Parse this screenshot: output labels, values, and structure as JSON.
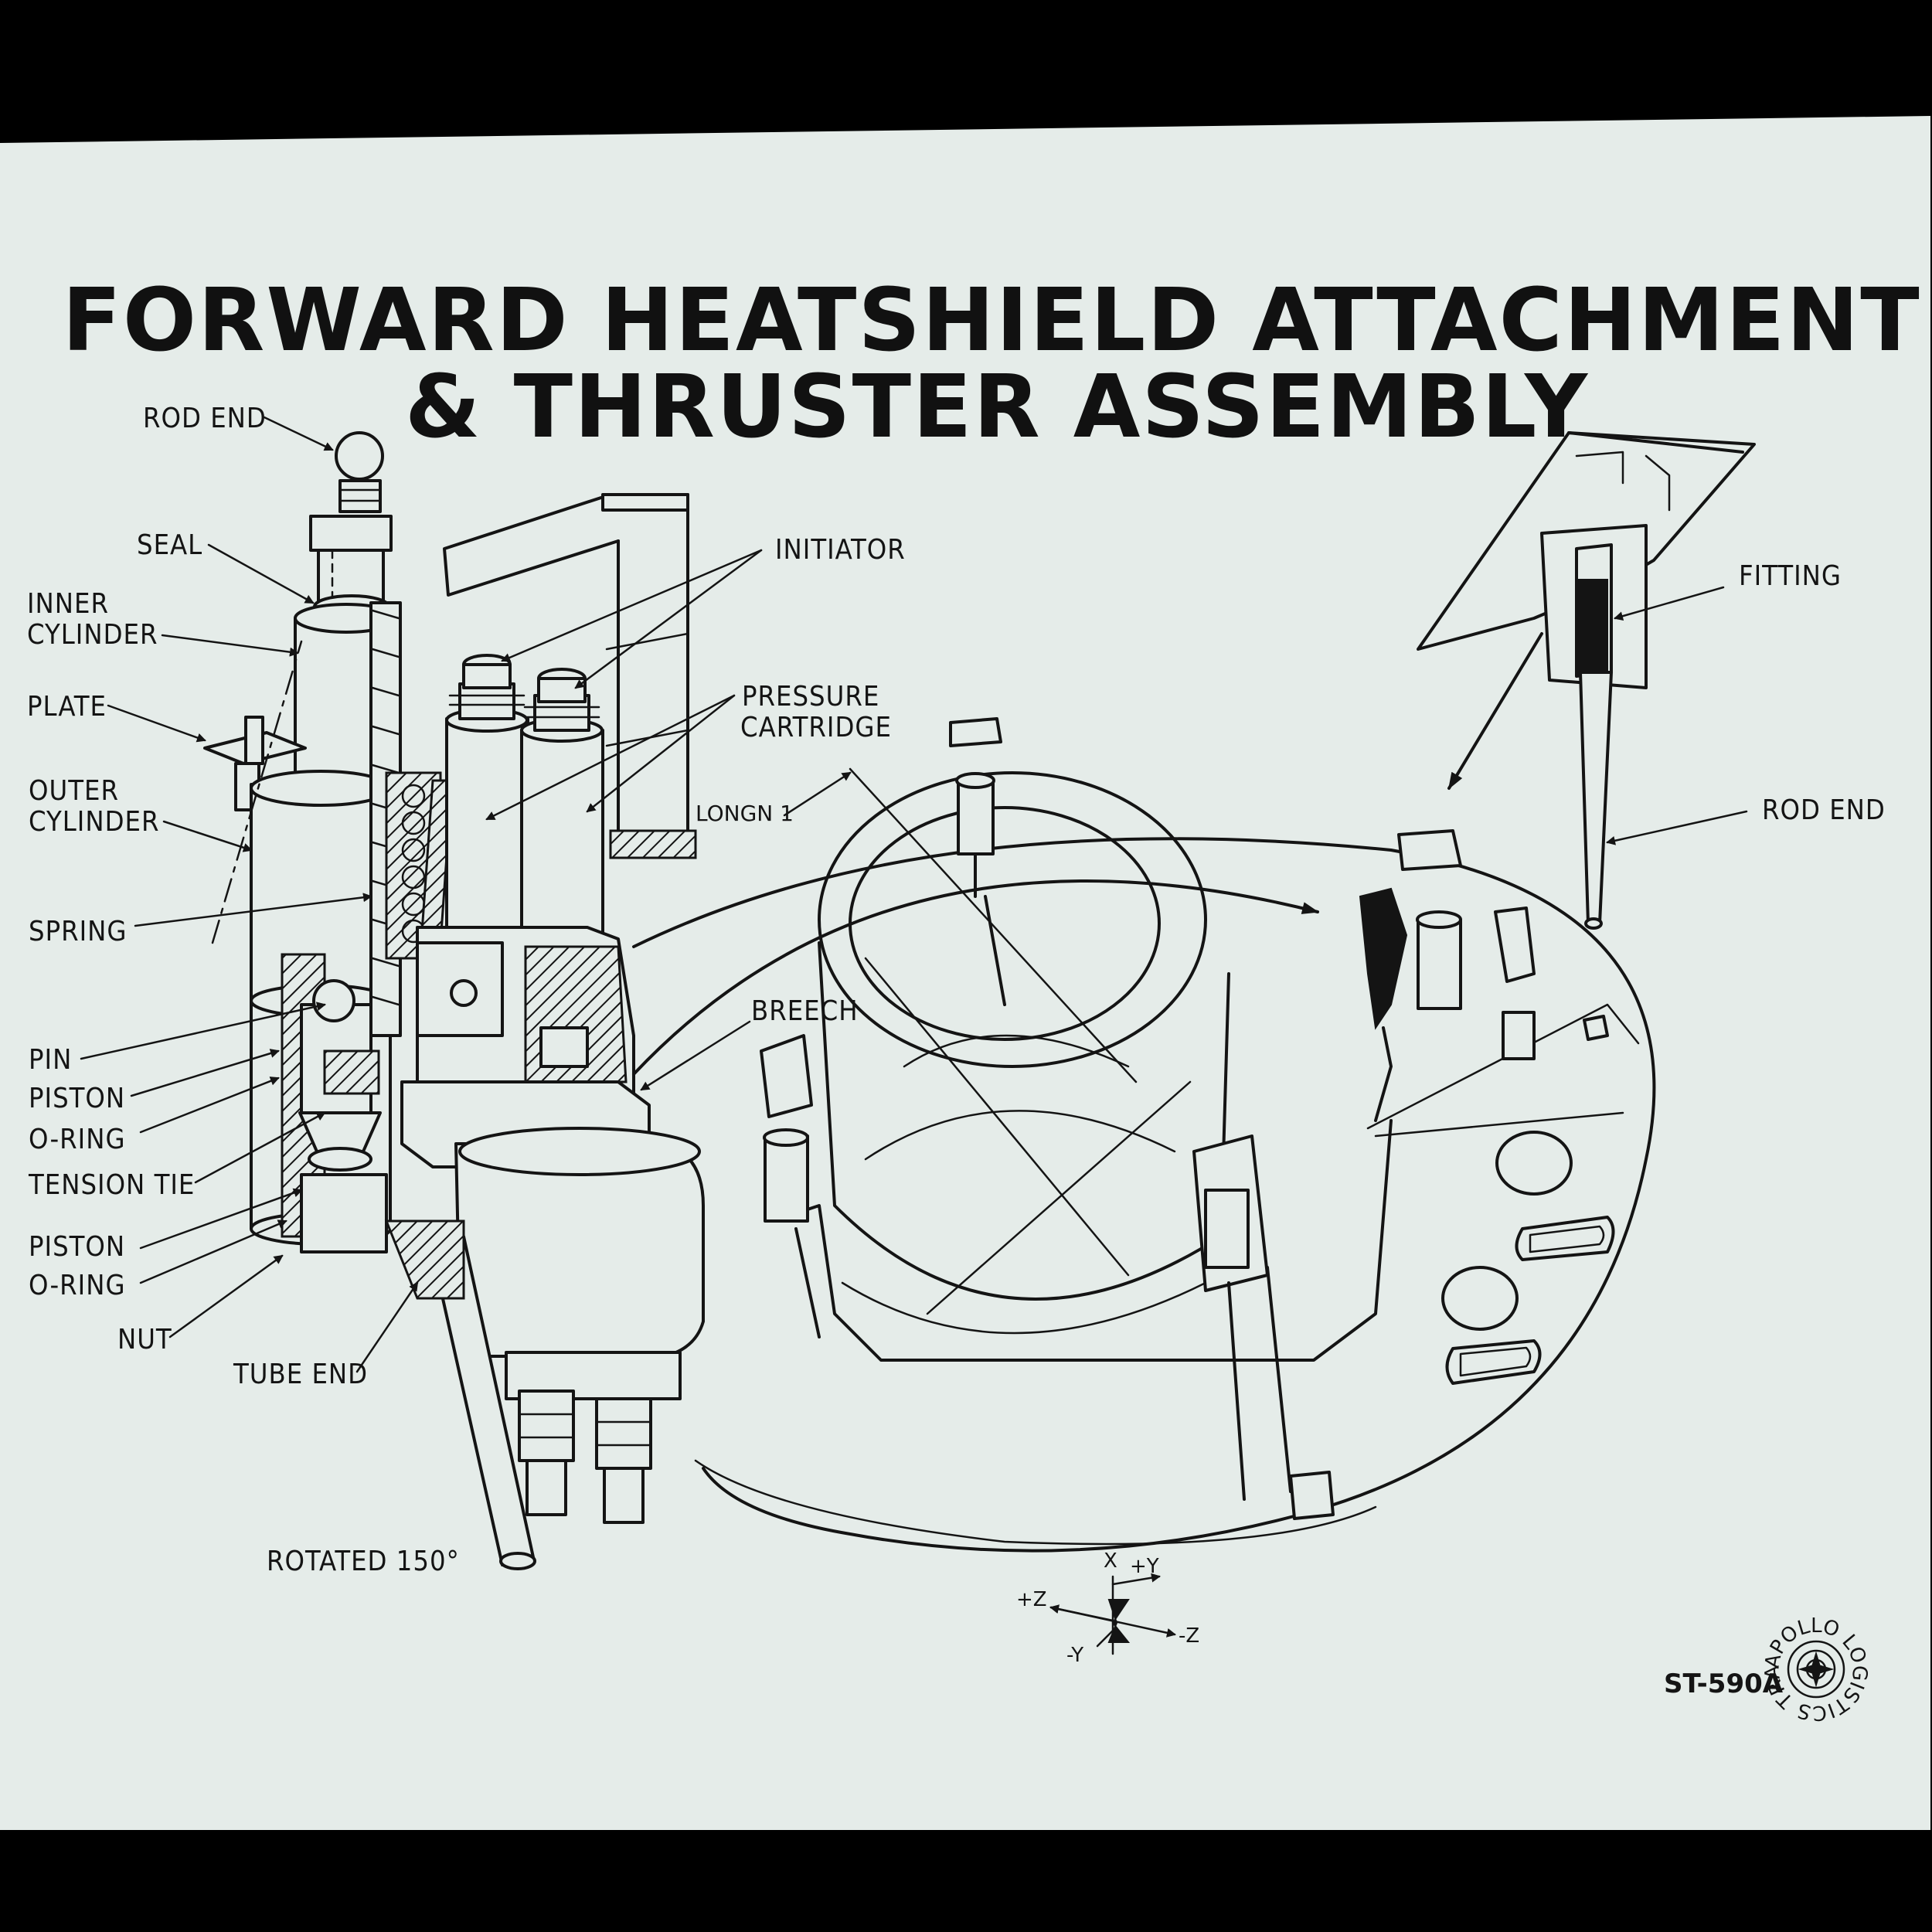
{
  "title": {
    "line1": "FORWARD HEATSHIELD ATTACHMENT",
    "line2": "& THRUSTER ASSEMBLY"
  },
  "labels": {
    "rod_end_top": "ROD END",
    "seal": "SEAL",
    "inner_cylinder_1": "INNER",
    "inner_cylinder_2": "CYLINDER",
    "plate": "PLATE",
    "outer_cylinder_1": "OUTER",
    "outer_cylinder_2": "CYLINDER",
    "spring": "SPRING",
    "pin": "PIN",
    "piston_1": "PISTON",
    "o_ring_1": "O-RING",
    "tension_tie": "TENSION TIE",
    "piston_2": "PISTON",
    "o_ring_2": "O-RING",
    "nut": "NUT",
    "tube_end": "TUBE END",
    "rotated": "ROTATED 150°",
    "initiator": "INITIATOR",
    "pressure_cartridge_1": "PRESSURE",
    "pressure_cartridge_2": "CARTRIDGE",
    "longn": "LONGN 1",
    "breech": "BREECH",
    "fitting": "FITTING",
    "rod_end_right": "ROD END"
  },
  "axes": {
    "x": "X",
    "plus_y": "+Y",
    "plus_z": "+Z",
    "minus_y": "-Y",
    "minus_z": "-Z"
  },
  "document_id": "ST-590A",
  "seal_text": "APOLLO LOGISTICS TRAINING",
  "colors": {
    "paper": "#e5ece9",
    "ink": "#141414",
    "border": "#000000"
  }
}
